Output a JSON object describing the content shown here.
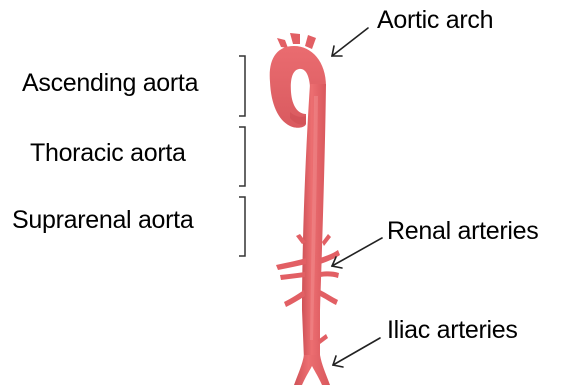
{
  "labels": {
    "aortic_arch": "Aortic arch",
    "ascending_aorta": "Ascending aorta",
    "thoracic_aorta": "Thoracic aorta",
    "suprarenal_aorta": "Suprarenal aorta",
    "renal_arteries": "Renal arteries",
    "iliac_arteries": "Iliac arteries"
  },
  "colors": {
    "vessel_fill": "#e8666a",
    "vessel_shadow": "#c94a4f",
    "vessel_highlight": "#f4a6a6",
    "line": "#333333"
  }
}
